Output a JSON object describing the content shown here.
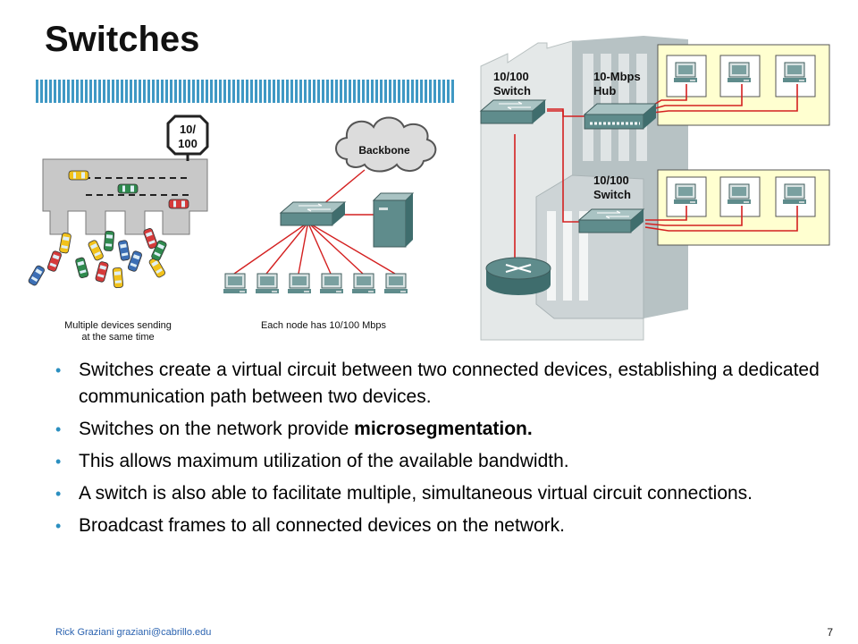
{
  "slide": {
    "title": "Switches",
    "footer": "Rick Graziani  graziani@cabrillo.edu",
    "page_number": "7"
  },
  "figure": {
    "sign_text_line1": "10/",
    "sign_text_line2": "100",
    "caption_left_line1": "Multiple devices sending",
    "caption_left_line2": "at the same time",
    "backbone_label": "Backbone",
    "caption_middle": "Each node has 10/100 Mbps",
    "switch1_label_line1": "10/100",
    "switch1_label_line2": "Switch",
    "hub_label_line1": "10-Mbps",
    "hub_label_line2": "Hub",
    "switch2_label_line1": "10/100",
    "switch2_label_line2": "Switch"
  },
  "bullets": [
    {
      "text": "Switches create a virtual circuit between two connected devices, establishing a dedicated communication path between two devices."
    },
    {
      "text": "Switches on the network provide ",
      "bold": "microsegmentation."
    },
    {
      "text": "This allows maximum utilization of the available bandwidth."
    },
    {
      "text": "A switch is also able to facilitate multiple, simultaneous virtual circuit connections."
    },
    {
      "text": "Broadcast frames to all connected devices on the network."
    }
  ],
  "colors": {
    "accent_blue": "#3f98c4",
    "bullet_blue": "#2b8fc0",
    "link_red": "#d42020",
    "device_teal": "#5f8c8c"
  }
}
